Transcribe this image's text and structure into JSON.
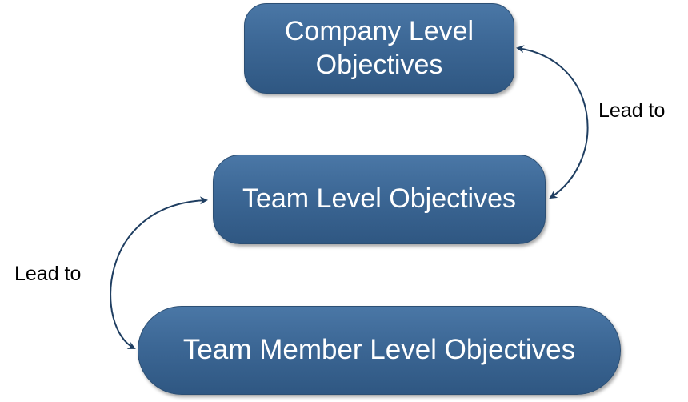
{
  "diagram": {
    "nodes": {
      "company": "Company Level Objectives",
      "team": "Team Level Objectives",
      "member": "Team Member Level Objectives"
    },
    "edges": [
      {
        "from": "company",
        "to": "team",
        "label": "Lead to",
        "bidirectional": true
      },
      {
        "from": "team",
        "to": "member",
        "label": "Lead to",
        "bidirectional": true
      }
    ]
  },
  "colors": {
    "node_fill": "#3c6795",
    "node_border": "#2c4f74",
    "node_text": "#ffffff",
    "connector": "#1f3e61"
  }
}
